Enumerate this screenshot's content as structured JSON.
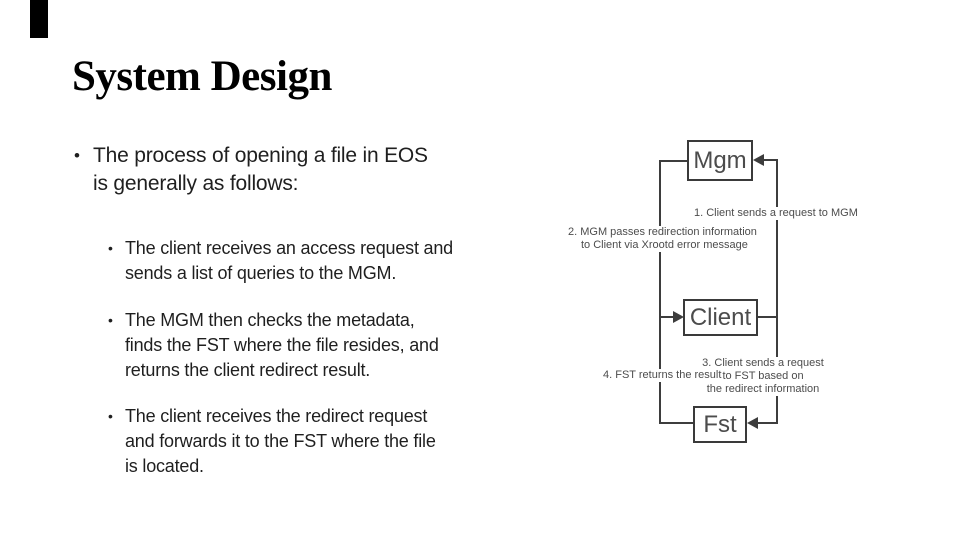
{
  "colors": {
    "background": "#ffffff",
    "accent_bar": "#000000",
    "title_text": "#000000",
    "body_text": "#1f1f1f",
    "diagram_line": "#3d3d3d",
    "diagram_text": "#4c4c4c"
  },
  "bullet_char": "•",
  "title": "System Design",
  "content": {
    "main_bullet": {
      "lines": [
        "The process of opening a file in EOS",
        "is generally as follows:"
      ]
    },
    "sub_bullets": [
      {
        "lines": [
          "The client receives an access request and",
          "sends a list of queries to the MGM."
        ]
      },
      {
        "lines": [
          "The MGM then checks the metadata,",
          "finds the FST where the file resides, and",
          "returns the client redirect result."
        ]
      },
      {
        "lines": [
          "The client receives the redirect request",
          "and forwards it to the FST where the file",
          "is located."
        ]
      }
    ]
  },
  "diagram": {
    "nodes": {
      "mgm": "Mgm",
      "client": "Client",
      "fst": "Fst"
    },
    "annotations": {
      "step1": "1. Client sends a request to MGM",
      "step2_line1": "2. MGM passes redirection information",
      "step2_line2": "to Client via Xrootd error message",
      "step3_line1": "3. Client sends a request",
      "step3_line2": "to FST based on",
      "step3_line3": "the redirect information",
      "step4": "4. FST returns the result"
    }
  }
}
